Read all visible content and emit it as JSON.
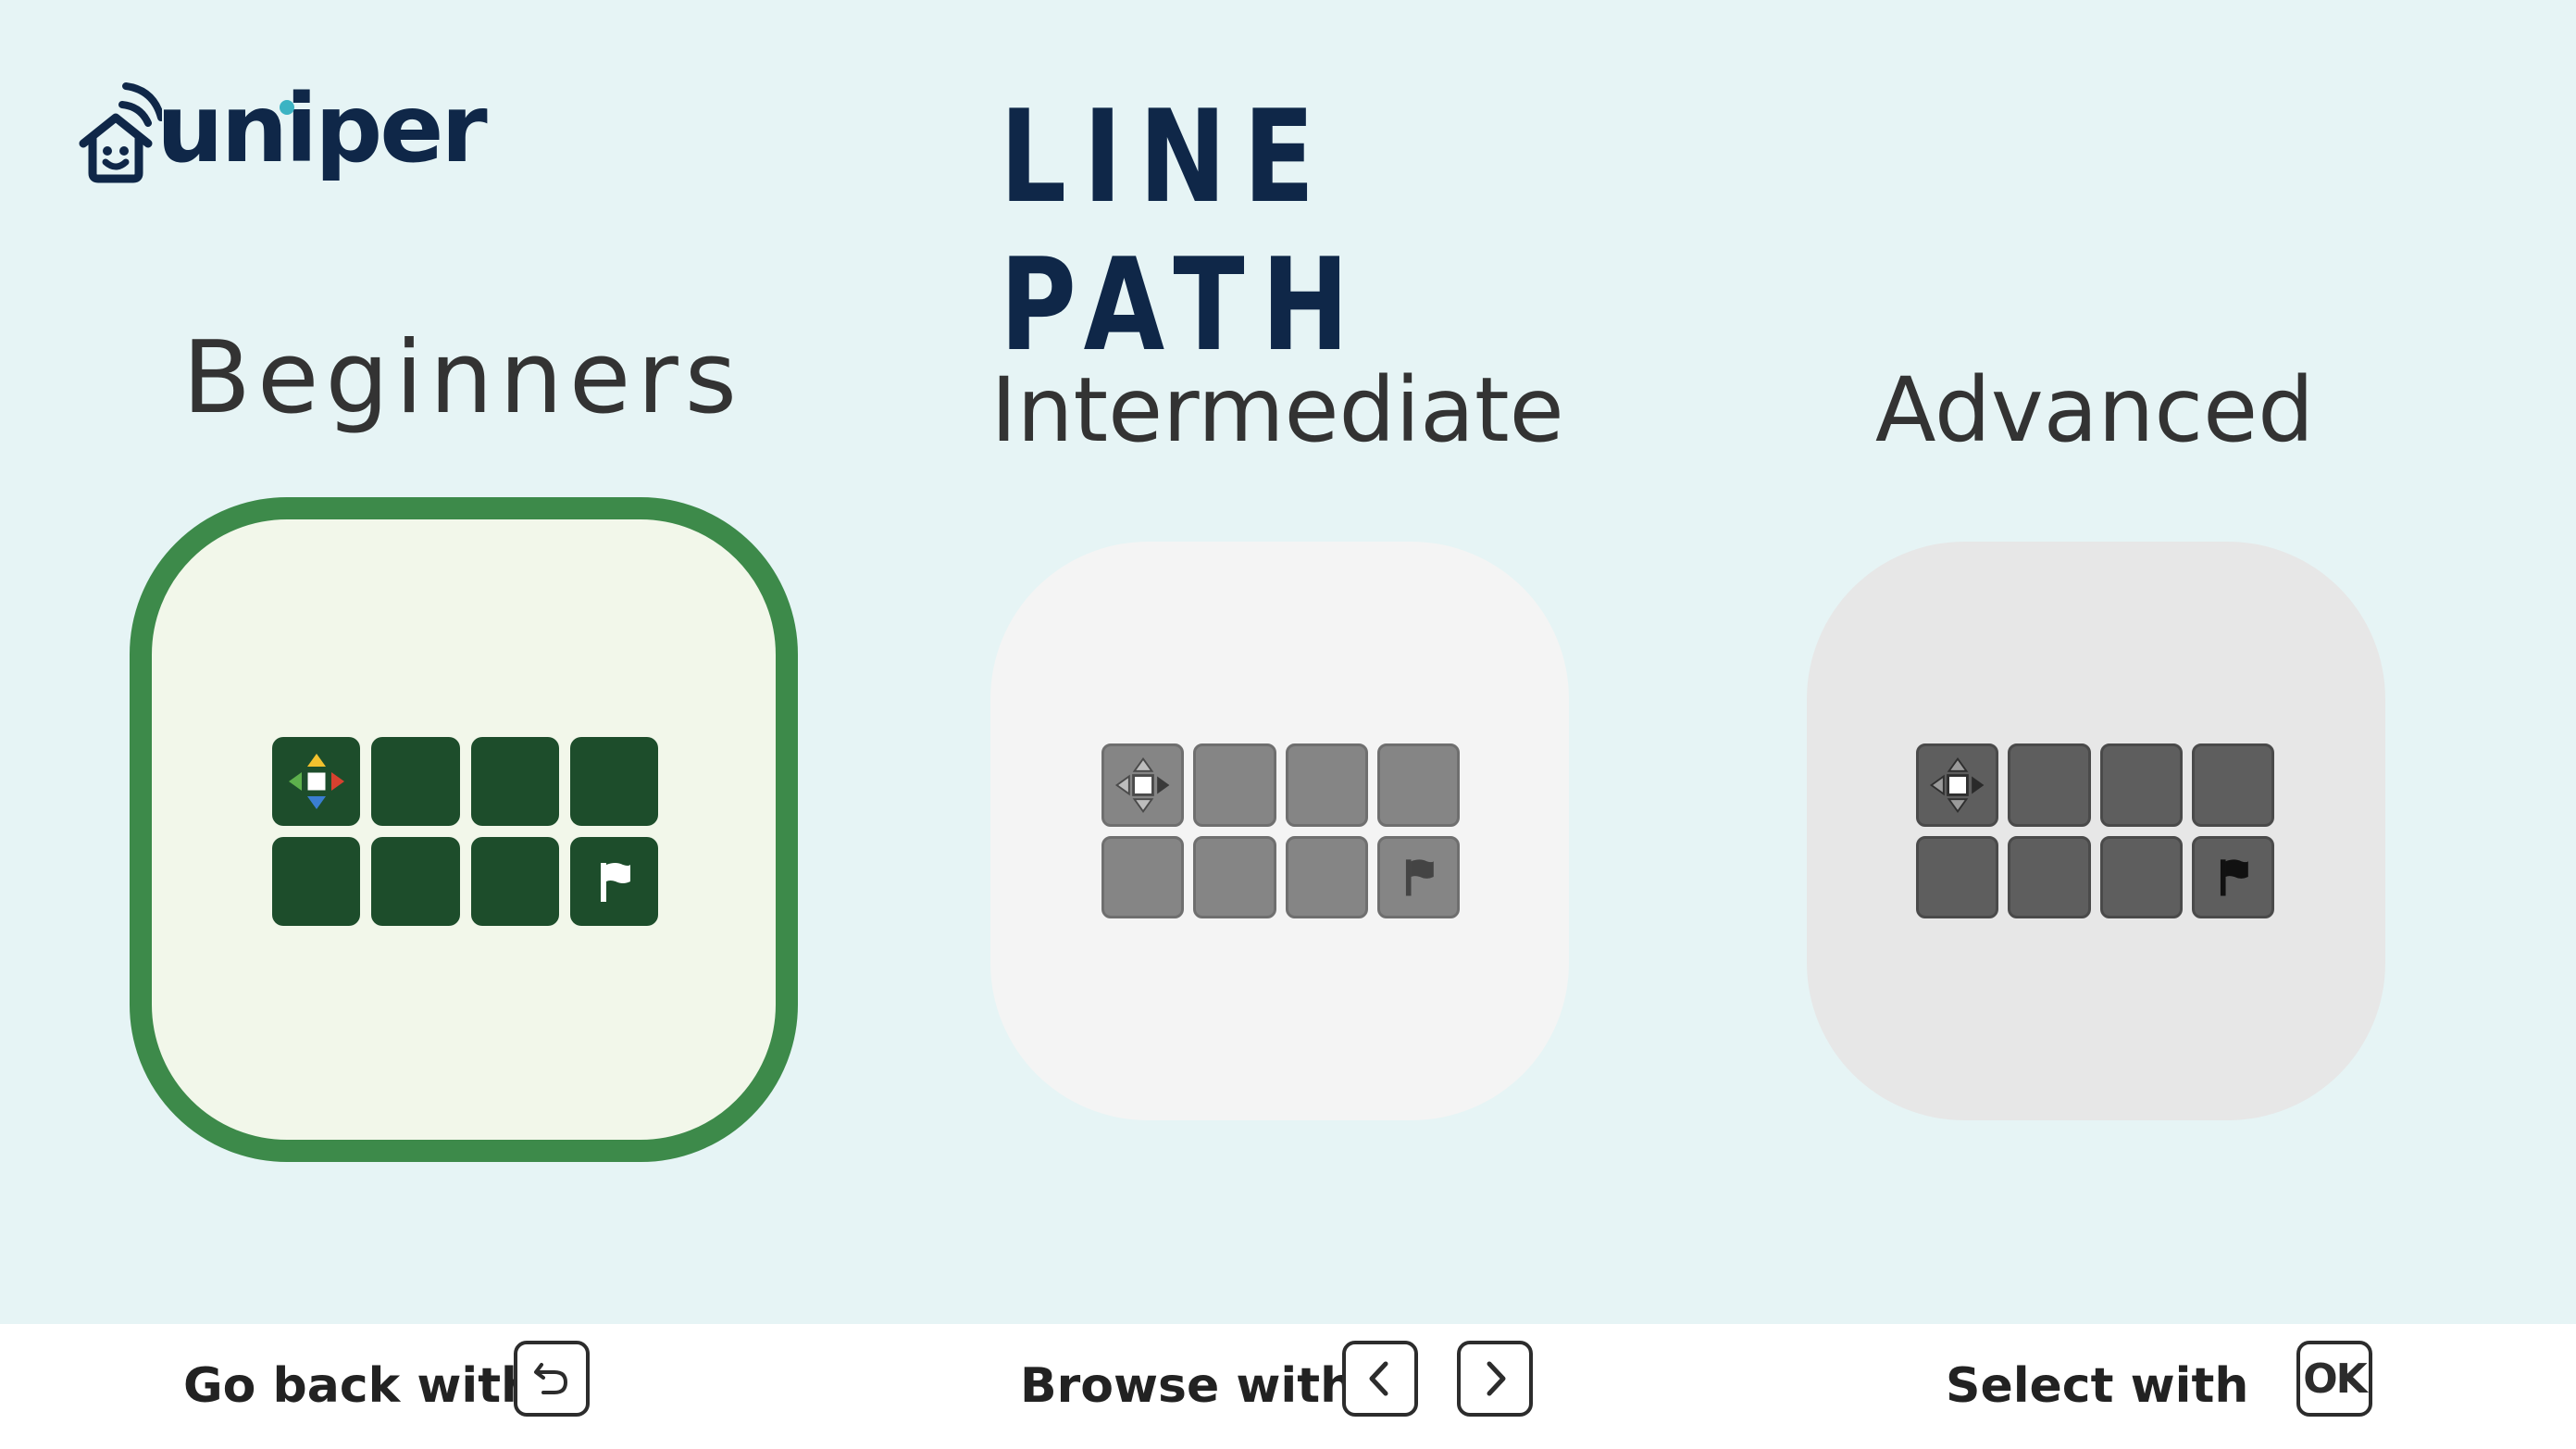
{
  "brand": {
    "logo_text": "uniper",
    "logo_icon": "house-wifi-icon"
  },
  "title": "LINE PATH",
  "levels": [
    {
      "label": "Beginners",
      "selected": true
    },
    {
      "label": "Intermediate",
      "selected": false
    },
    {
      "label": "Advanced",
      "selected": false
    }
  ],
  "footer": {
    "back_label": "Go back with",
    "browse_label": "Browse with",
    "select_label": "Select with",
    "ok_key": "OK",
    "back_icon": "undo-arrow-icon",
    "left_icon": "chevron-left-icon",
    "right_icon": "chevron-right-icon"
  },
  "colors": {
    "background": "#e6f4f5",
    "selected_border": "#3d8a4a",
    "title": "#0f2748",
    "tile_dark_green": "#1d4d2b"
  }
}
